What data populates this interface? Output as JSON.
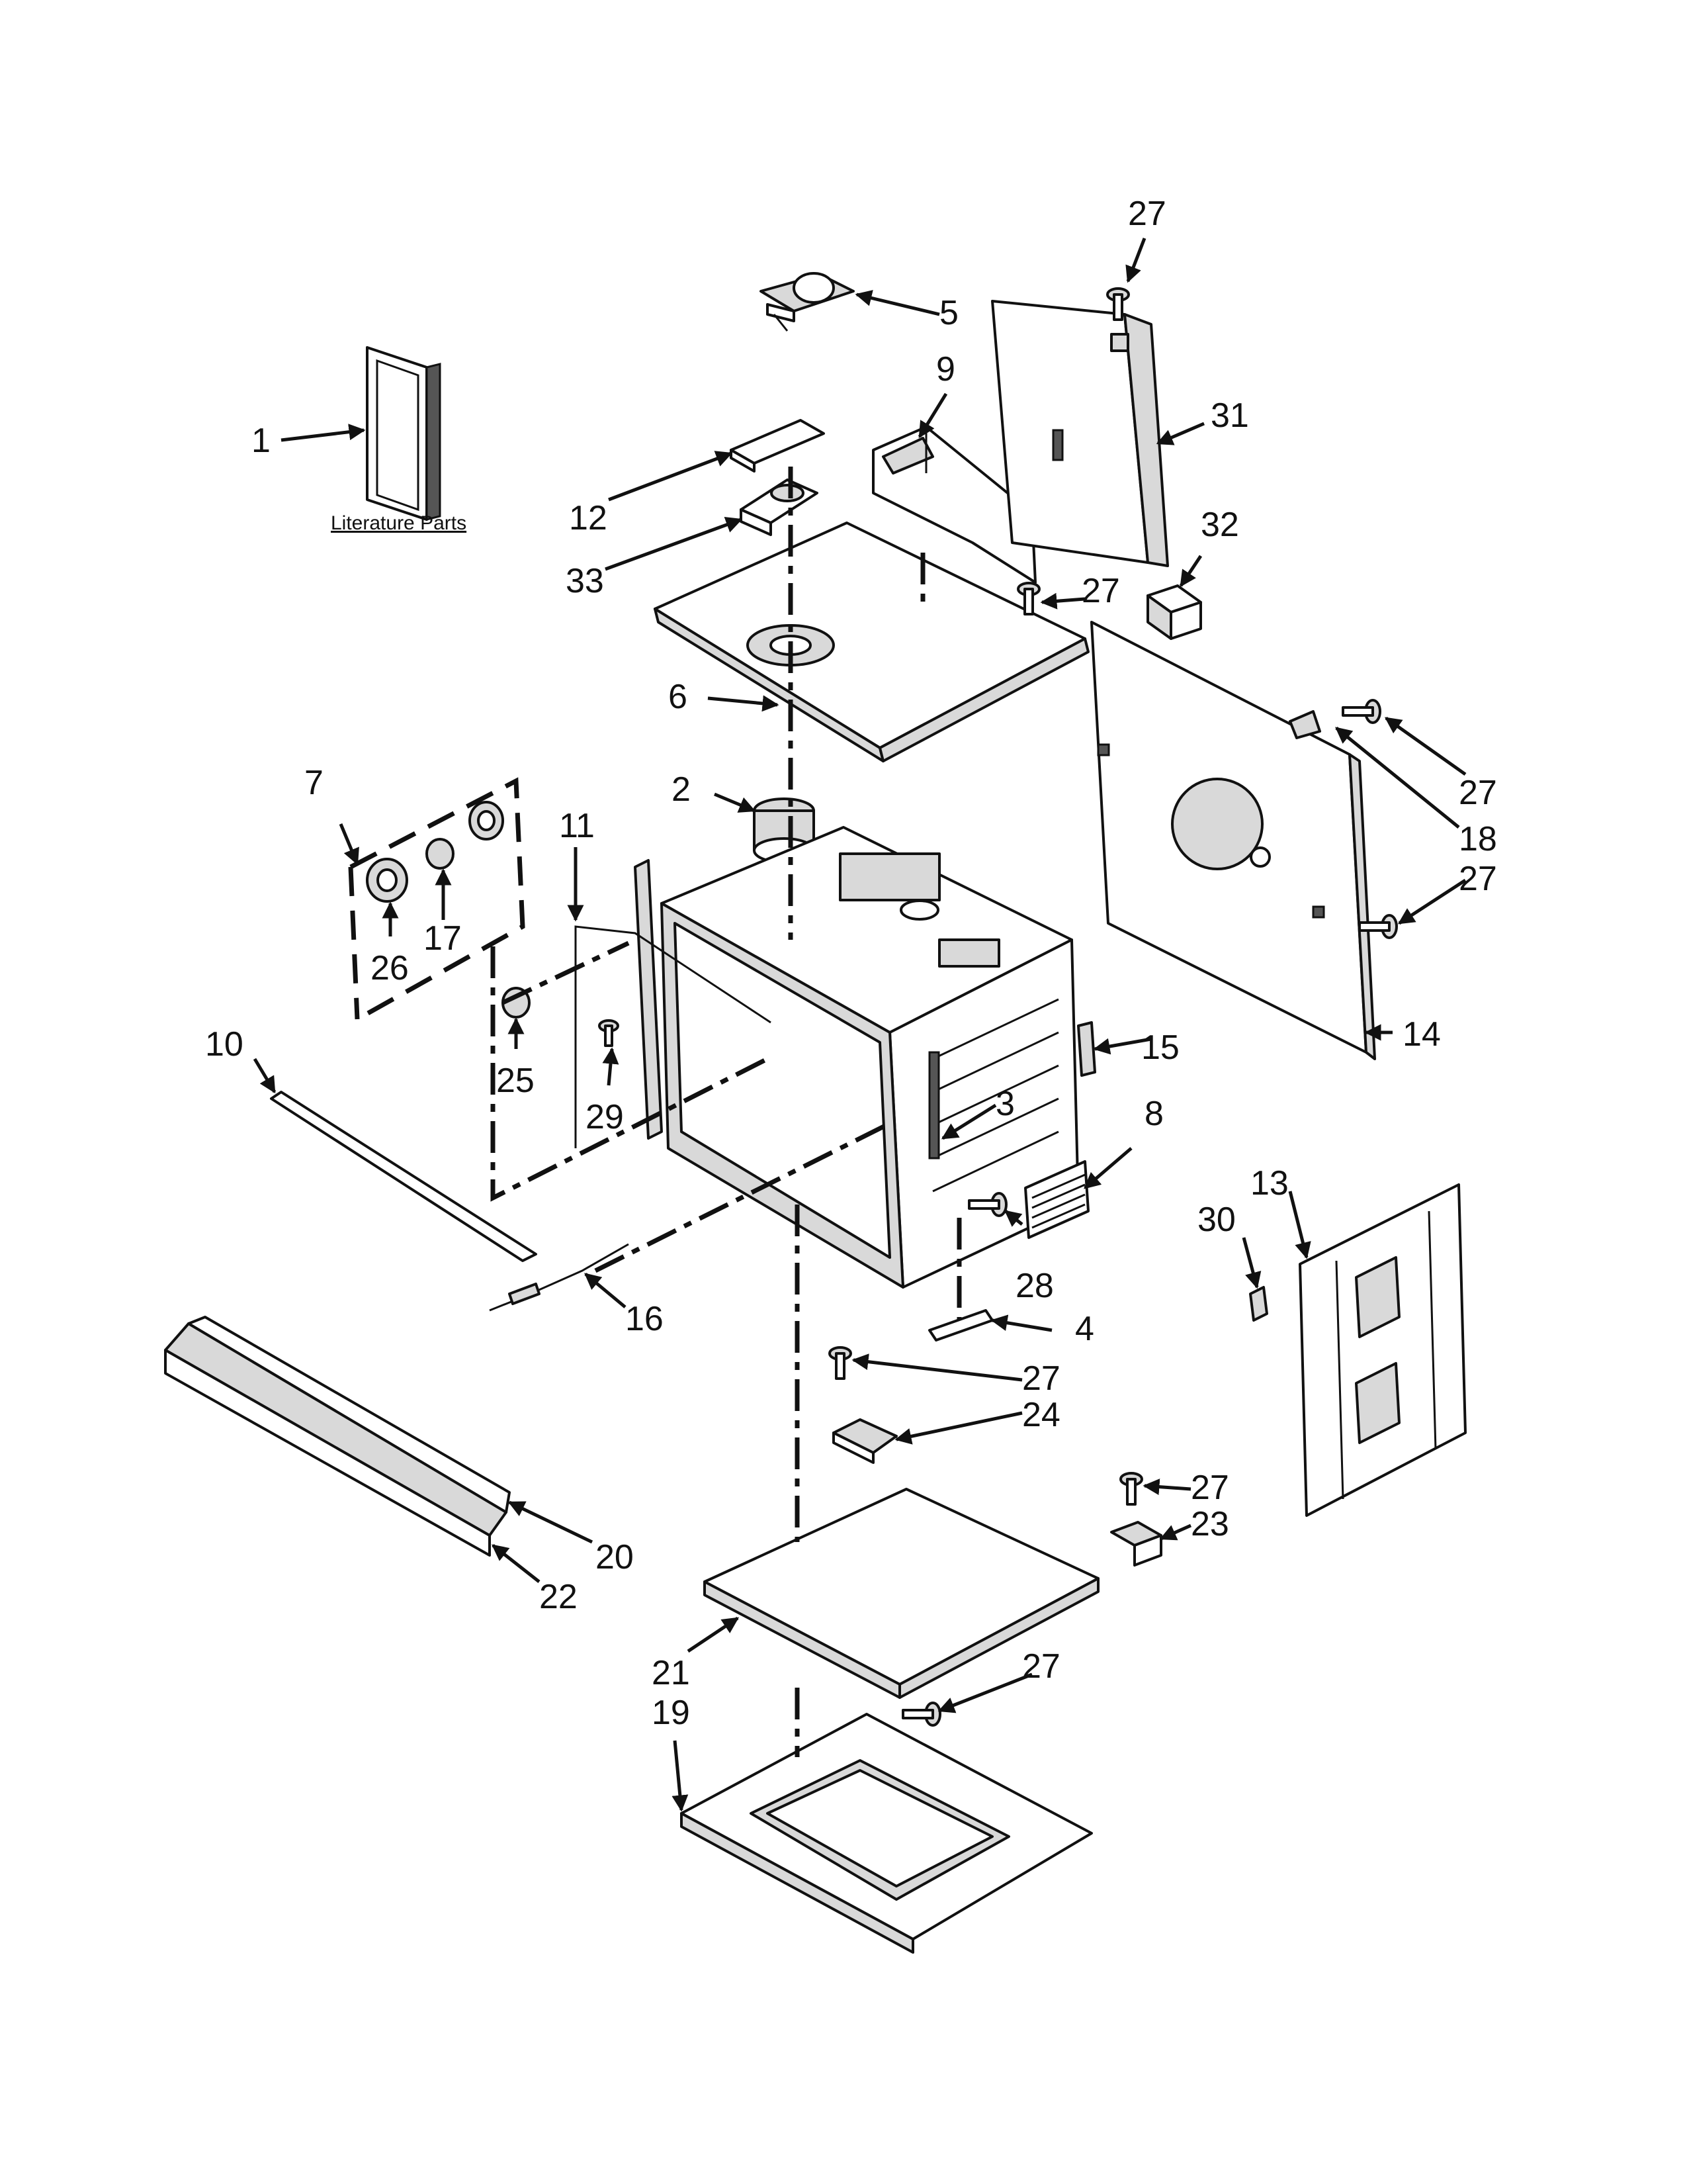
{
  "literature_label": "Literature Parts",
  "callouts": {
    "c1": "1",
    "c2": "2",
    "c3": "3",
    "c4": "4",
    "c5": "5",
    "c6": "6",
    "c7": "7",
    "c8": "8",
    "c9": "9",
    "c10": "10",
    "c11": "11",
    "c12": "12",
    "c13": "13",
    "c14": "14",
    "c15": "15",
    "c16": "16",
    "c17": "17",
    "c18": "18",
    "c19": "19",
    "c20": "20",
    "c21": "21",
    "c22": "22",
    "c23": "23",
    "c24": "24",
    "c25": "25",
    "c26": "26",
    "c27a": "27",
    "c27b": "27",
    "c27c": "27",
    "c27d": "27",
    "c27e": "27",
    "c27f": "27",
    "c27g": "27",
    "c28": "28",
    "c29": "29",
    "c30": "30",
    "c31": "31",
    "c32": "32",
    "c33": "33"
  }
}
